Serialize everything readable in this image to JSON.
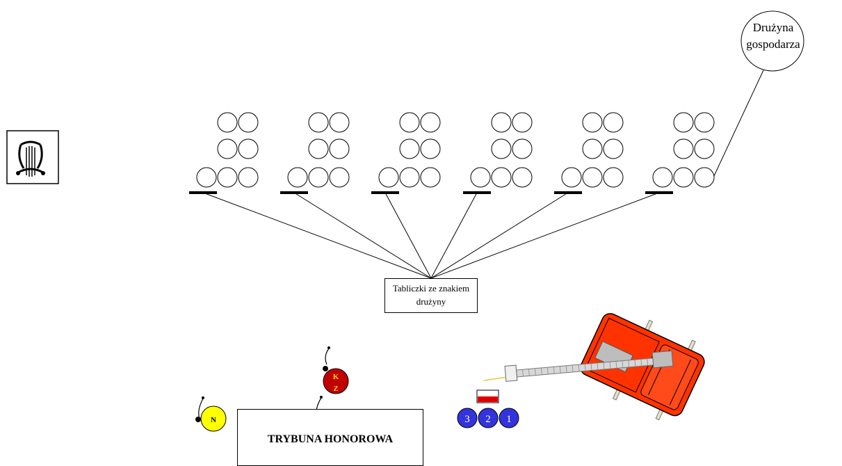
{
  "labels": {
    "home_team": "Drużyna gospodarza",
    "team_plates": "Tabliczki ze znakiem drużyny",
    "honor_stand": "TRYBUNA HONOROWA"
  },
  "markers": {
    "judge": "N",
    "commander_top": "K",
    "commander_bottom": "Z",
    "numbers": [
      "3",
      "2",
      "1"
    ]
  },
  "icons": {
    "emblem": "lyre-icon",
    "vehicle": "fire-truck-icon",
    "flag": "flag-icon"
  },
  "colors": {
    "judge_fill": "#ffff00",
    "commander_fill": "#c00000",
    "commander_text": "#ffd800",
    "number_fill": "#3333dd",
    "truck_fill": "#ff3300",
    "flag_red": "#e00000"
  }
}
